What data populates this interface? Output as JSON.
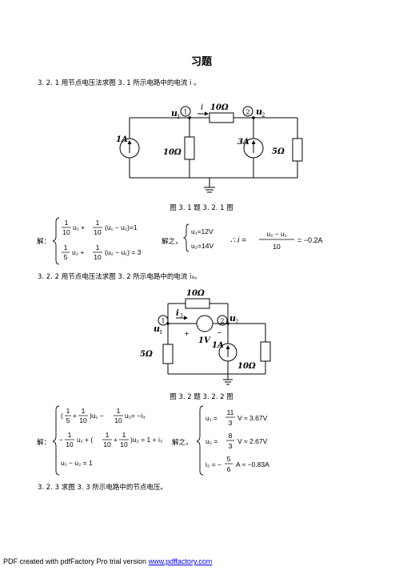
{
  "title": "习题",
  "problem1": {
    "text": "3. 2. 1 用节点电压法求图 3. 1 所示电路中的电流 i 。",
    "caption": "图 3. 1  题 3. 2. 1 图",
    "circuit": {
      "source_left": "1A",
      "res_middle": "10Ω",
      "res_top": "10Ω",
      "source_right": "3A",
      "res_right": "5Ω",
      "node1_num": "1",
      "node1_label": "u",
      "node1_sub": "1",
      "node2_num": "2",
      "node2_label": "u",
      "node2_sub": "2",
      "current_label": "i"
    },
    "solution": {
      "jie": "解：",
      "eq1_coef1": "1",
      "eq1_den1": "10",
      "eq1_mid": "u₁ +",
      "eq1_coef2": "1",
      "eq1_den2": "10",
      "eq1_tail": "(u₁ − u₂)=1",
      "eq2_coef1": "1",
      "eq2_den1": "5",
      "eq2_mid": "u₂ +",
      "eq2_coef2": "1",
      "eq2_den2": "10",
      "eq2_tail": "(u₂ − u₁) = 3",
      "jiezhi": "解之，",
      "res1": "u₁=12V",
      "res2": "u₂=14V",
      "therefore": "∴ i =",
      "frac_num": "u₂ − u₁",
      "frac_den": "10",
      "result": "= −0.2A"
    }
  },
  "problem2": {
    "text": "3. 2. 2  用节点电压法求图 3. 2 所示电路中的电流 i₃。",
    "caption": "图 3. 2  题 3. 2. 2 图",
    "circuit": {
      "res_top": "10Ω",
      "res_left": "5Ω",
      "source_mid": "1V",
      "source_cur": "1A",
      "res_right": "10Ω",
      "node1_num": "1",
      "node1_label": "u",
      "node1_sub": "1",
      "node2_num": "2",
      "node2_label": "u",
      "node2_sub": "2",
      "current_label": "i",
      "current_sub": "3",
      "plus": "+",
      "minus": "−"
    },
    "solution": {
      "jie": "解：",
      "eq1_a": "(",
      "eq1_n1": "1",
      "eq1_d1": "5",
      "eq1_plus": "+",
      "eq1_n2": "1",
      "eq1_d2": "10",
      "eq1_b": ")u₁ −",
      "eq1_n3": "1",
      "eq1_d3": "10",
      "eq1_tail": "u₂= −i₃",
      "eq2_a": "−",
      "eq2_n1": "1",
      "eq2_d1": "10",
      "eq2_b": "u₁ + (",
      "eq2_n2": "1",
      "eq2_d2": "10",
      "eq2_plus": "+",
      "eq2_n3": "1",
      "eq2_d3": "10",
      "eq2_tail": ")u₂ = 1 + i₃",
      "eq3": "u₁ − u₂ = 1",
      "jiezhi": "解之，",
      "r1_a": "u₁ =",
      "r1_n": "11",
      "r1_d": "3",
      "r1_tail": "V  ≈ 3.67V",
      "r2_a": "u₂ =",
      "r2_n": "8",
      "r2_d": "3",
      "r2_tail": "V  ≈ 2.67V",
      "r3_a": "i₃ = −",
      "r3_n": "5",
      "r3_d": "6",
      "r3_tail": "A  ≈ −0.83A"
    }
  },
  "problem3": {
    "text": "3. 2. 3 求图 3. 3 所示电路中的节点电压。"
  },
  "footer": {
    "prefix": "PDF created with pdfFactory Pro trial version ",
    "link": "www.pdffactory.com"
  }
}
